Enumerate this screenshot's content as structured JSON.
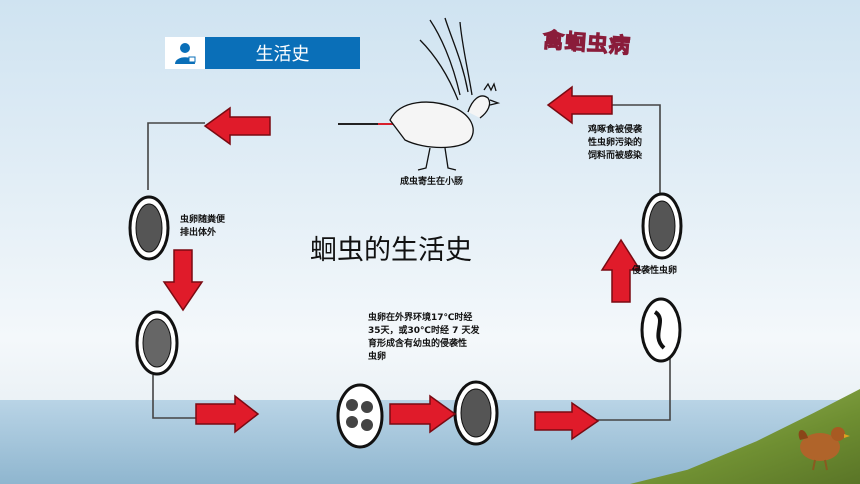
{
  "header": {
    "badge_label": "生活史",
    "wordart": "禽蛔虫病"
  },
  "main": {
    "title": "蛔虫的生活史"
  },
  "captions": {
    "adult": "成虫寄生在小肠",
    "excrete": "虫卵随粪便\n排出体外",
    "develop": "虫卵在外界环境17℃时经\n35天，或30℃时经 7 天发\n育形成含有幼虫的侵袭性\n虫卵",
    "infective": "侵袭性虫卵",
    "infect": "鸡啄食被侵袭\n性虫卵污染的\n饲料而被感染"
  },
  "colors": {
    "arrow_fill": "#e01b2a",
    "arrow_stroke": "#7a0a12",
    "badge": "#0a6fb8"
  }
}
